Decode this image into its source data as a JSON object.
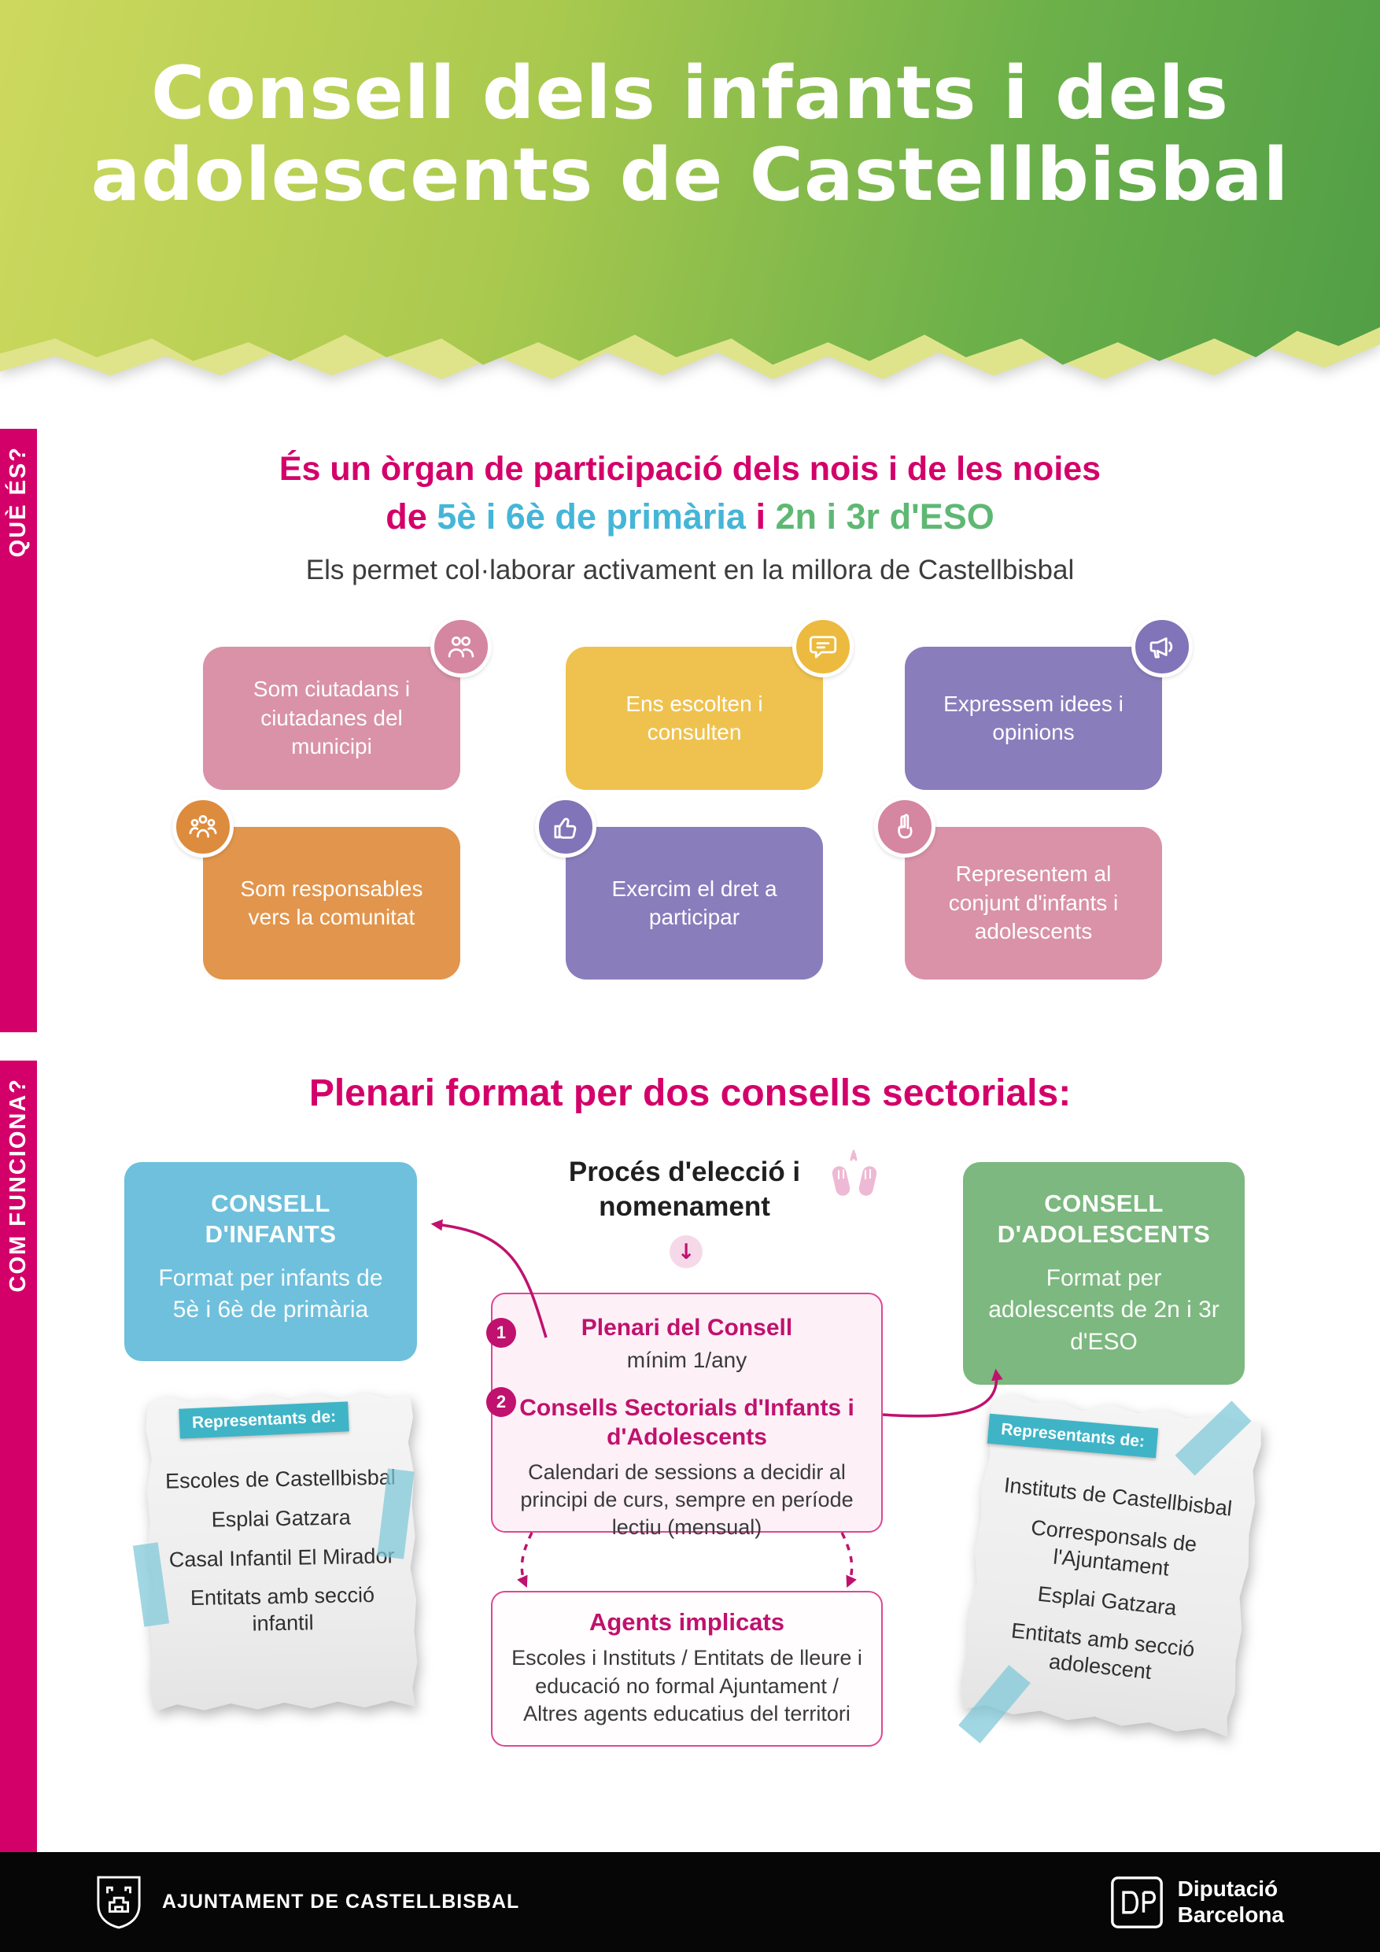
{
  "header": {
    "title_line1": "Consell dels infants i dels",
    "title_line2": "adolescents de Castellbisbal"
  },
  "sidebar": {
    "que_es": "QUÈ ÉS?",
    "com_funciona": "COM FUNCIONA?"
  },
  "intro": {
    "line1": "És un òrgan de participació dels nois i de les noies",
    "de": "de",
    "primaria": "5è i 6è de primària",
    "i": "i",
    "eso": "2n i 3r d'ESO",
    "line3": "Els permet col·laborar activament en la millora de Castellbisbal"
  },
  "features": [
    {
      "label": "Som ciutadans i ciutadanes del municipi",
      "icon": "citizens-icon",
      "color": "#d992a8"
    },
    {
      "label": "Ens escolten i consulten",
      "icon": "speech-bubble-icon",
      "color": "#efc24f"
    },
    {
      "label": "Expressem idees i opinions",
      "icon": "megaphone-icon",
      "color": "#8a7dbc"
    },
    {
      "label": "Som responsables vers la comunitat",
      "icon": "community-icon",
      "color": "#e2954c"
    },
    {
      "label": "Exercim el dret a participar",
      "icon": "thumbs-up-icon",
      "color": "#8a7dbc"
    },
    {
      "label": "Representem al conjunt d'infants i adolescents",
      "icon": "victory-hand-icon",
      "color": "#d992a8"
    }
  ],
  "plenari_heading": "Plenari format per dos consells sectorials:",
  "consell_infants": {
    "title": "CONSELL D'INFANTS",
    "body": "Format per infants de 5è i 6è de primària"
  },
  "consell_adolescents": {
    "title": "CONSELL D'ADOLESCENTS",
    "body": "Format per adolescents de 2n i 3r d'ESO"
  },
  "proces": {
    "heading": "Procés d'elecció i nomenament",
    "arrow": "↓"
  },
  "center_box": {
    "item1_num": "1",
    "item1_title": "Plenari del Consell",
    "item1_body": "mínim 1/any",
    "item2_num": "2",
    "item2_title": "Consells Sectorials d'Infants i d'Adolescents",
    "item2_body": "Calendari de sessions a decidir al principi de curs, sempre en període lectiu (mensual)"
  },
  "agents_box": {
    "title": "Agents implicats",
    "body": "Escoles i Instituts / Entitats de lleure i educació no formal Ajuntament / Altres agents educatius del territori"
  },
  "note_left": {
    "ribbon": "Representants de:",
    "items": [
      "Escoles de Castellbisbal",
      "Esplai Gatzara",
      "Casal Infantil El Mirador",
      "Entitats amb secció infantil"
    ]
  },
  "note_right": {
    "ribbon": "Representants de:",
    "items": [
      "Instituts de Castellbisbal",
      "Corresponsals de l'Ajuntament",
      "Esplai Gatzara",
      "Entitats amb secció adolescent"
    ]
  },
  "footer": {
    "ajuntament": "AJUNTAMENT DE CASTELLBISBAL",
    "diputacio_line1": "Diputació",
    "diputacio_line2": "Barcelona"
  },
  "colors": {
    "magenta": "#d4006a",
    "header_green_light": "#cdd95e",
    "header_green_dark": "#519e46",
    "pink": "#d992a8",
    "yellow": "#efc24f",
    "purple": "#8a7dbc",
    "orange": "#e2954c",
    "council_blue": "#6fc0dc",
    "council_green": "#7cb87f",
    "teal_ribbon": "#3fb4c6",
    "highlight_blue": "#45b5d8",
    "highlight_green": "#5eb874"
  }
}
